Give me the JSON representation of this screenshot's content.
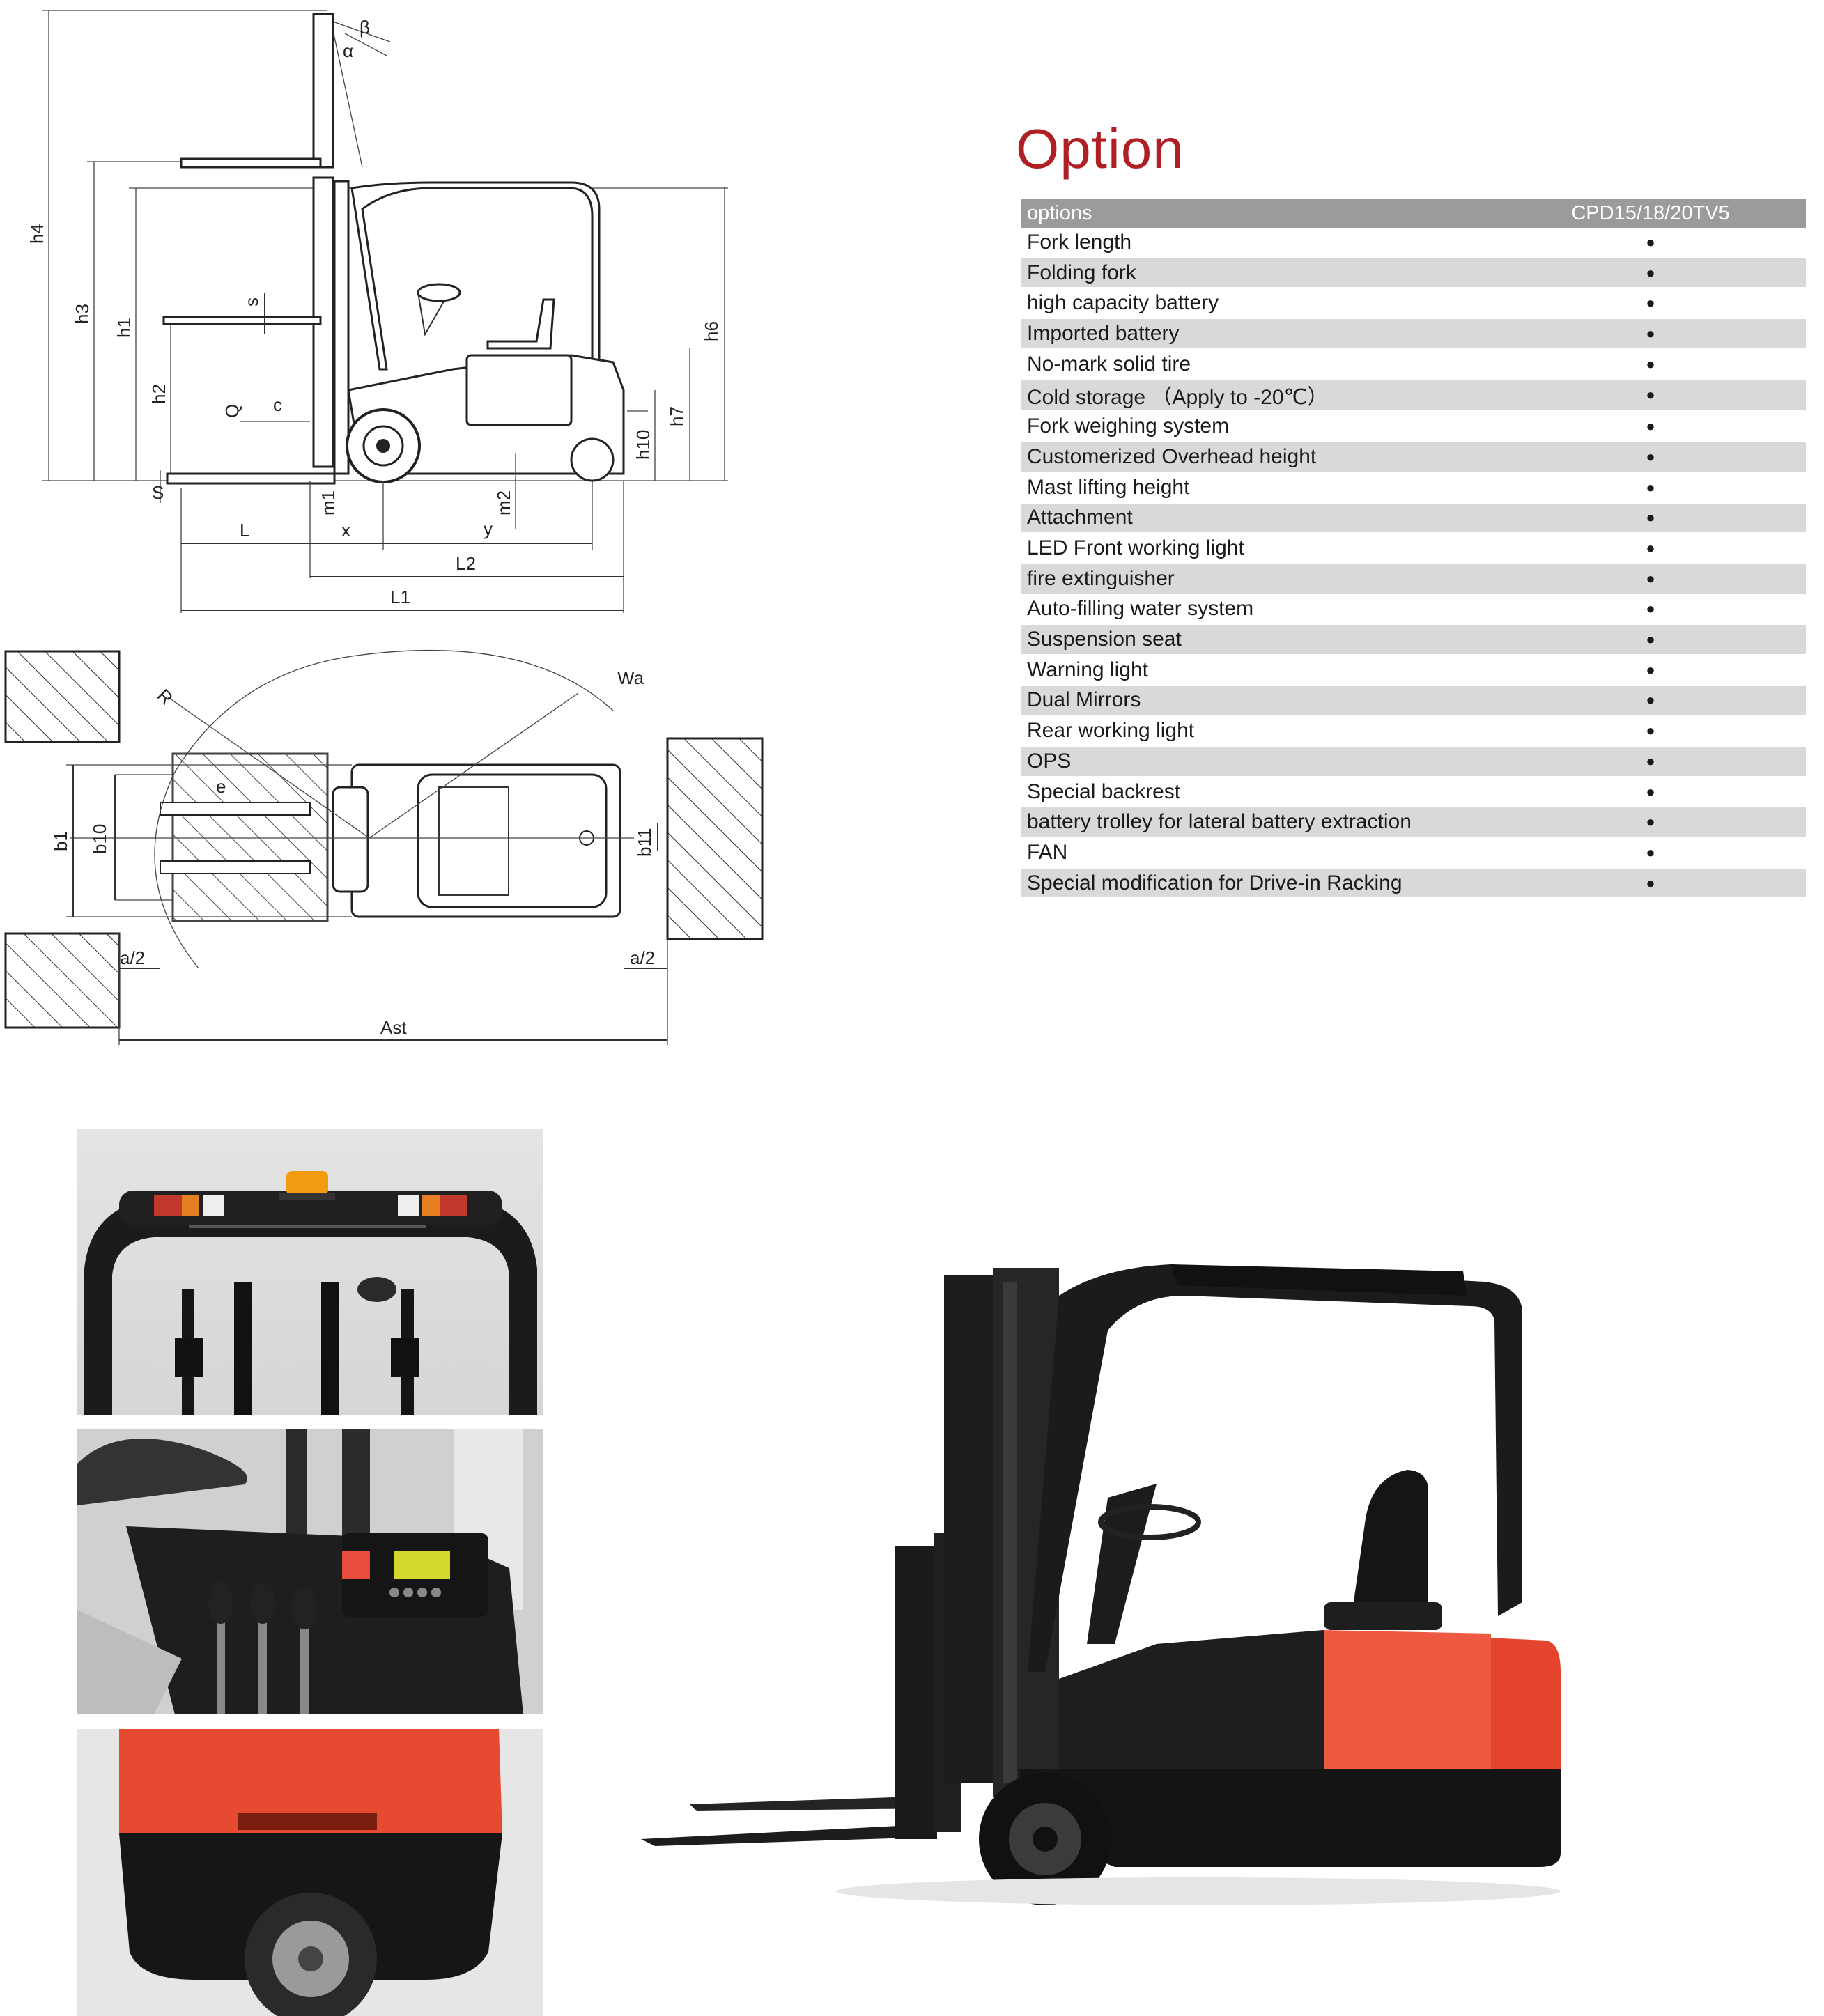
{
  "side_view_labels": {
    "beta": "β",
    "alpha": "α",
    "h4": "h4",
    "h3": "h3",
    "h1": "h1",
    "h2": "h2",
    "h6": "h6",
    "h7": "h7",
    "h10": "h10",
    "s": "s",
    "Q": "Q",
    "c": "c",
    "S": "S",
    "L": "L",
    "x": "x",
    "y": "y",
    "m1": "m1",
    "m2": "m2",
    "L2": "L2",
    "L1": "L1"
  },
  "top_view_labels": {
    "R": "R",
    "Wa": "Wa",
    "b1": "b1",
    "b10": "b10",
    "b11": "b11",
    "a2_left": "a/2",
    "a2_right": "a/2",
    "Ast": "Ast",
    "e": "e"
  },
  "option": {
    "title": "Option",
    "header": {
      "options": "options",
      "model": "CPD15/18/20TV5"
    },
    "rows": [
      {
        "name": "Fork length",
        "mark": "●"
      },
      {
        "name": "Folding fork",
        "mark": "●"
      },
      {
        "name": "high capacity battery",
        "mark": "●"
      },
      {
        "name": "Imported battery",
        "mark": "●"
      },
      {
        "name": "No-mark solid tire",
        "mark": "●"
      },
      {
        "name": "Cold storage （Apply to -20℃）",
        "mark": "●"
      },
      {
        "name": "Fork weighing system",
        "mark": "●"
      },
      {
        "name": "Customerized Overhead height",
        "mark": "●"
      },
      {
        "name": "Mast lifting height",
        "mark": "●"
      },
      {
        "name": "Attachment",
        "mark": "●"
      },
      {
        "name": "LED Front working light",
        "mark": "●"
      },
      {
        "name": "fire extinguisher",
        "mark": "●"
      },
      {
        "name": "Auto-filling water system",
        "mark": "●"
      },
      {
        "name": "Suspension seat",
        "mark": "●"
      },
      {
        "name": "Warning light",
        "mark": "●"
      },
      {
        "name": "Dual Mirrors",
        "mark": "●"
      },
      {
        "name": "Rear working light",
        "mark": "●"
      },
      {
        "name": "OPS",
        "mark": "●"
      },
      {
        "name": "Special backrest",
        "mark": "●"
      },
      {
        "name": "battery trolley for lateral battery extraction",
        "mark": "●"
      },
      {
        "name": "FAN",
        "mark": "●"
      },
      {
        "name": "Special modification for Drive-in Racking",
        "mark": "●"
      }
    ]
  },
  "colors": {
    "title_red": "#b01f24",
    "header_gray": "#9b9b9b",
    "stripe_gray": "#d9d9d9",
    "truck_red": "#e5452e",
    "truck_black": "#1c1c1c"
  }
}
